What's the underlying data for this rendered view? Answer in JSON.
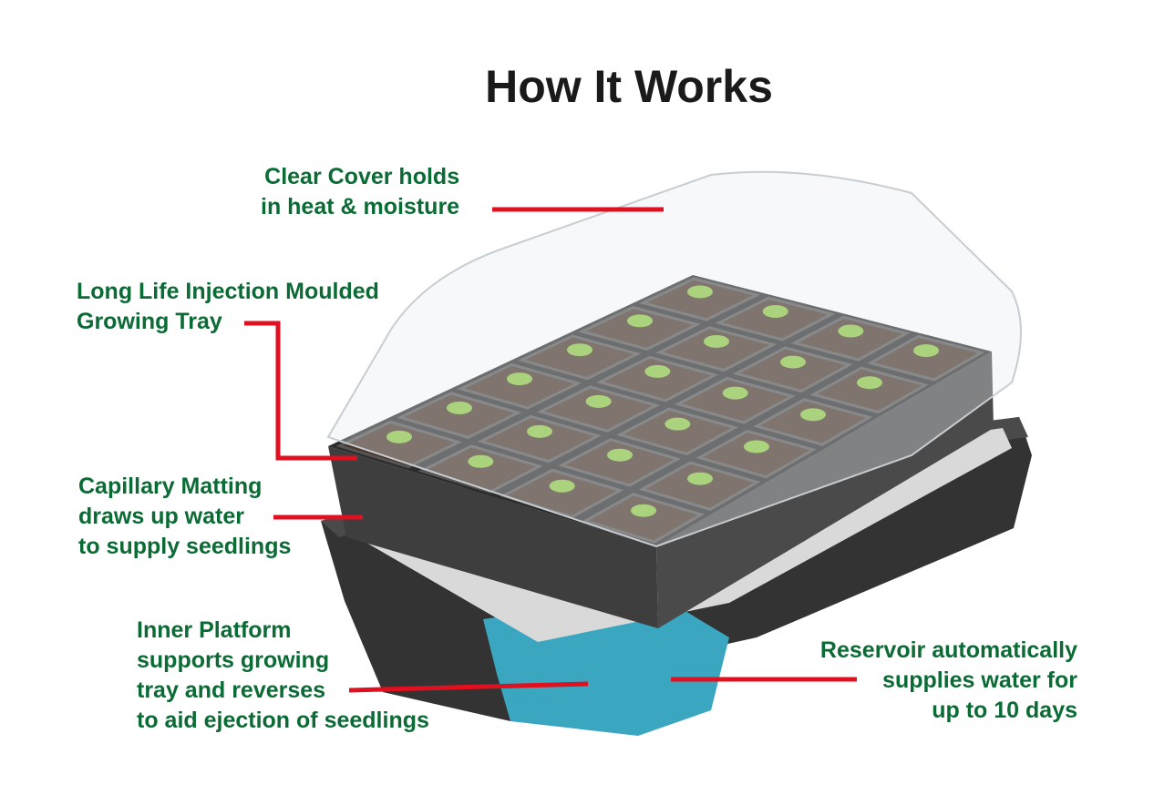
{
  "title": "How It Works",
  "labels": {
    "cover": [
      "Clear Cover holds",
      "in heat & moisture"
    ],
    "tray": [
      "Long Life Injection Moulded",
      "Growing Tray"
    ],
    "matting": [
      "Capillary Matting",
      "draws up water",
      "to supply seedlings"
    ],
    "platform": [
      "Inner Platform",
      "supports growing",
      "tray and reverses",
      "to aid ejection of seedlings"
    ],
    "reservoir": [
      "Reservoir automatically",
      "supplies water for",
      "up to 10 days"
    ]
  },
  "colors": {
    "text": "#0b6b35",
    "leader": "#e01020",
    "title": "#1a1a1a",
    "reservoir": "#3aa6bf",
    "tray": "#3b3b3b"
  },
  "tray_cells": {
    "rows": 6,
    "cols": 4
  }
}
